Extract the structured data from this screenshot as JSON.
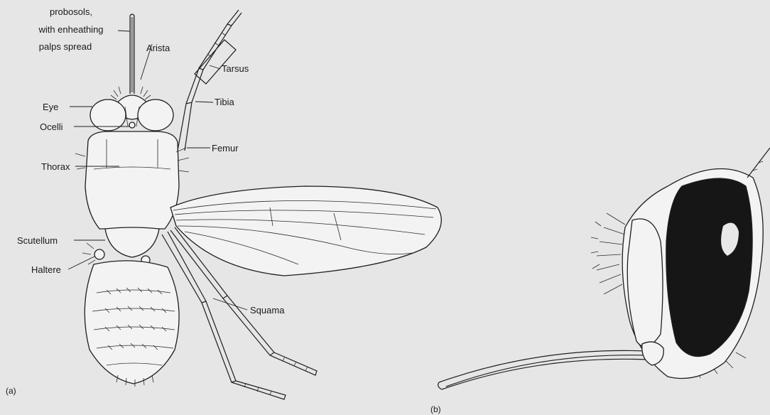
{
  "figure": {
    "panel_a_label": "(a)",
    "panel_b_label": "(b)"
  },
  "labels": {
    "proboscis_line1": "probosols,",
    "proboscis_line2": "with enheathing",
    "proboscis_line3": "palps spread",
    "arista": "Arista",
    "tarsus": "Tarsus",
    "tibia": "Tibia",
    "eye": "Eye",
    "ocelli": "Ocelli",
    "femur": "Femur",
    "thorax": "Thorax",
    "scutellum": "Scutellum",
    "haltere": "Haltere",
    "squama": "Squama"
  },
  "colors": {
    "paper": "#e6e6e6",
    "ink": "#1e1e1e",
    "eye_dark": "#161616"
  }
}
